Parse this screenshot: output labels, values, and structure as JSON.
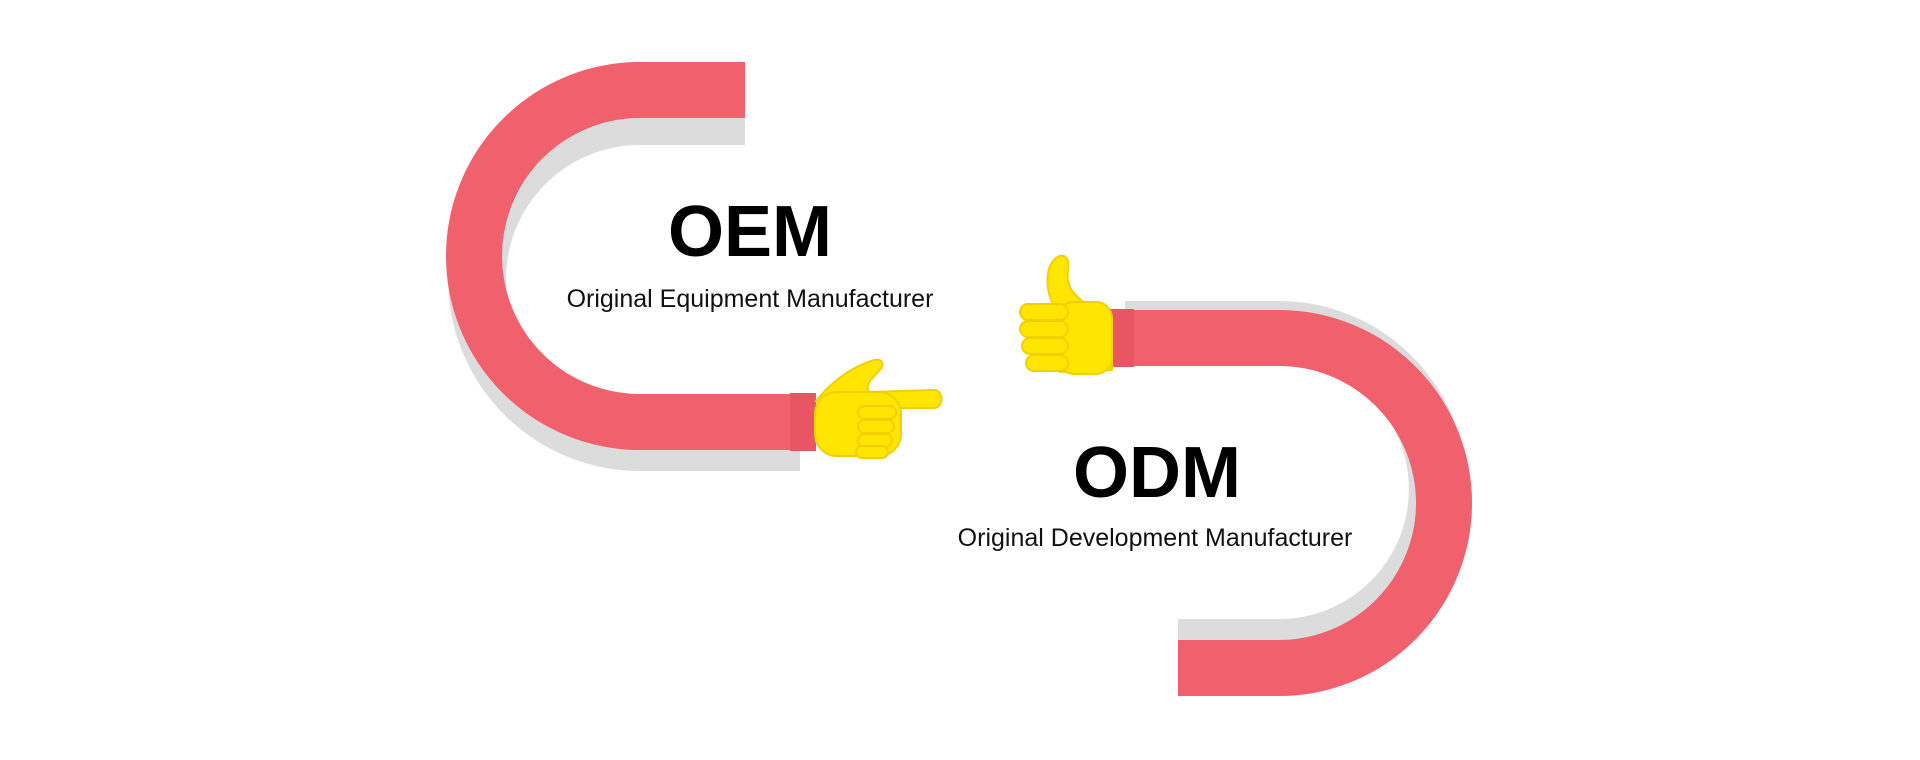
{
  "oem": {
    "acronym": "OEM",
    "full_name": "Original Equipment Manufacturer"
  },
  "odm": {
    "acronym": "ODM",
    "full_name": "Original Development Manufacturer"
  },
  "colors": {
    "background": "#ffffff",
    "arm": "#f0606d",
    "cuff": "#e85563",
    "shadow": "#dcdcdc",
    "hand": "#ffe600",
    "hand_outline": "#f2cf00",
    "text": "#000000"
  },
  "icons": {
    "oem_hand": "pointing-hand-icon",
    "odm_hand": "thumbs-up-icon"
  }
}
